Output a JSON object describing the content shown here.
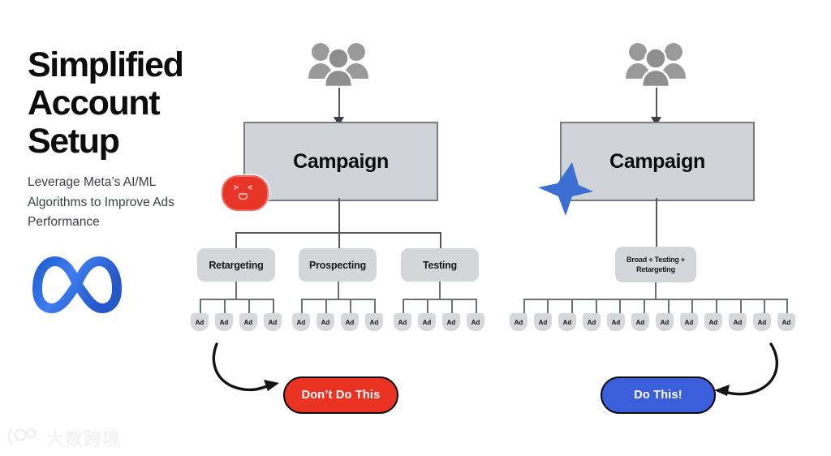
{
  "page": {
    "background_color": "#ffffff"
  },
  "heading": {
    "lines": [
      "Simplified",
      "Account",
      "Setup"
    ],
    "subtitle": "Leverage Meta’s AI/ML Algorithms to Improve Ads Performance",
    "logo_name": "meta-infinity-logo",
    "logo_colors": [
      "#2e6fe0",
      "#4c8bf5",
      "#1f5fd0"
    ]
  },
  "colors": {
    "box_fill": "#d0d3d7",
    "box_border": "#767b80",
    "sub_box_fill": "#d4d6da",
    "ad_box_fill": "#d6d8dc",
    "people_icon": "#9a9a9a",
    "line": "#54595e",
    "bad_red": "#ea3323",
    "good_blue": "#3b5edb",
    "star_blue": "#3b6fd4",
    "badge_red": "#e8352a"
  },
  "diagrams": [
    {
      "id": "bad-structure",
      "side": "left",
      "audience_icon": "people-group-icon",
      "campaign_label": "Campaign",
      "badge": {
        "type": "sad-face-badge",
        "icon_name": "sad-face-icon",
        "color": "#e8352a"
      },
      "ad_sets": [
        {
          "label": "Retargeting",
          "ad_count": 4
        },
        {
          "label": "Prospecting",
          "ad_count": 4
        },
        {
          "label": "Testing",
          "ad_count": 4
        }
      ],
      "ad_label": "Ad",
      "total_ads": 12,
      "cta": {
        "label": "Don’t Do This",
        "color": "#ea3323",
        "arrow": "curved-arrow-down-right"
      }
    },
    {
      "id": "good-structure",
      "side": "right",
      "audience_icon": "people-group-icon",
      "campaign_label": "Campaign",
      "badge": {
        "type": "star-badge",
        "icon_name": "star-icon",
        "color": "#3b6fd4"
      },
      "ad_sets": [
        {
          "label": "Broad + Testing + Retargeting",
          "label_line1": "Broad + Testing +",
          "label_line2": "Retargeting",
          "ad_count": 12
        }
      ],
      "ad_label": "Ad",
      "total_ads": 12,
      "cta": {
        "label": "Do This!",
        "color": "#3b5edb",
        "arrow": "curved-arrow-down-left"
      }
    }
  ],
  "watermark": {
    "text": "大数跨境",
    "logo_name": "dashukuajing-logo"
  }
}
